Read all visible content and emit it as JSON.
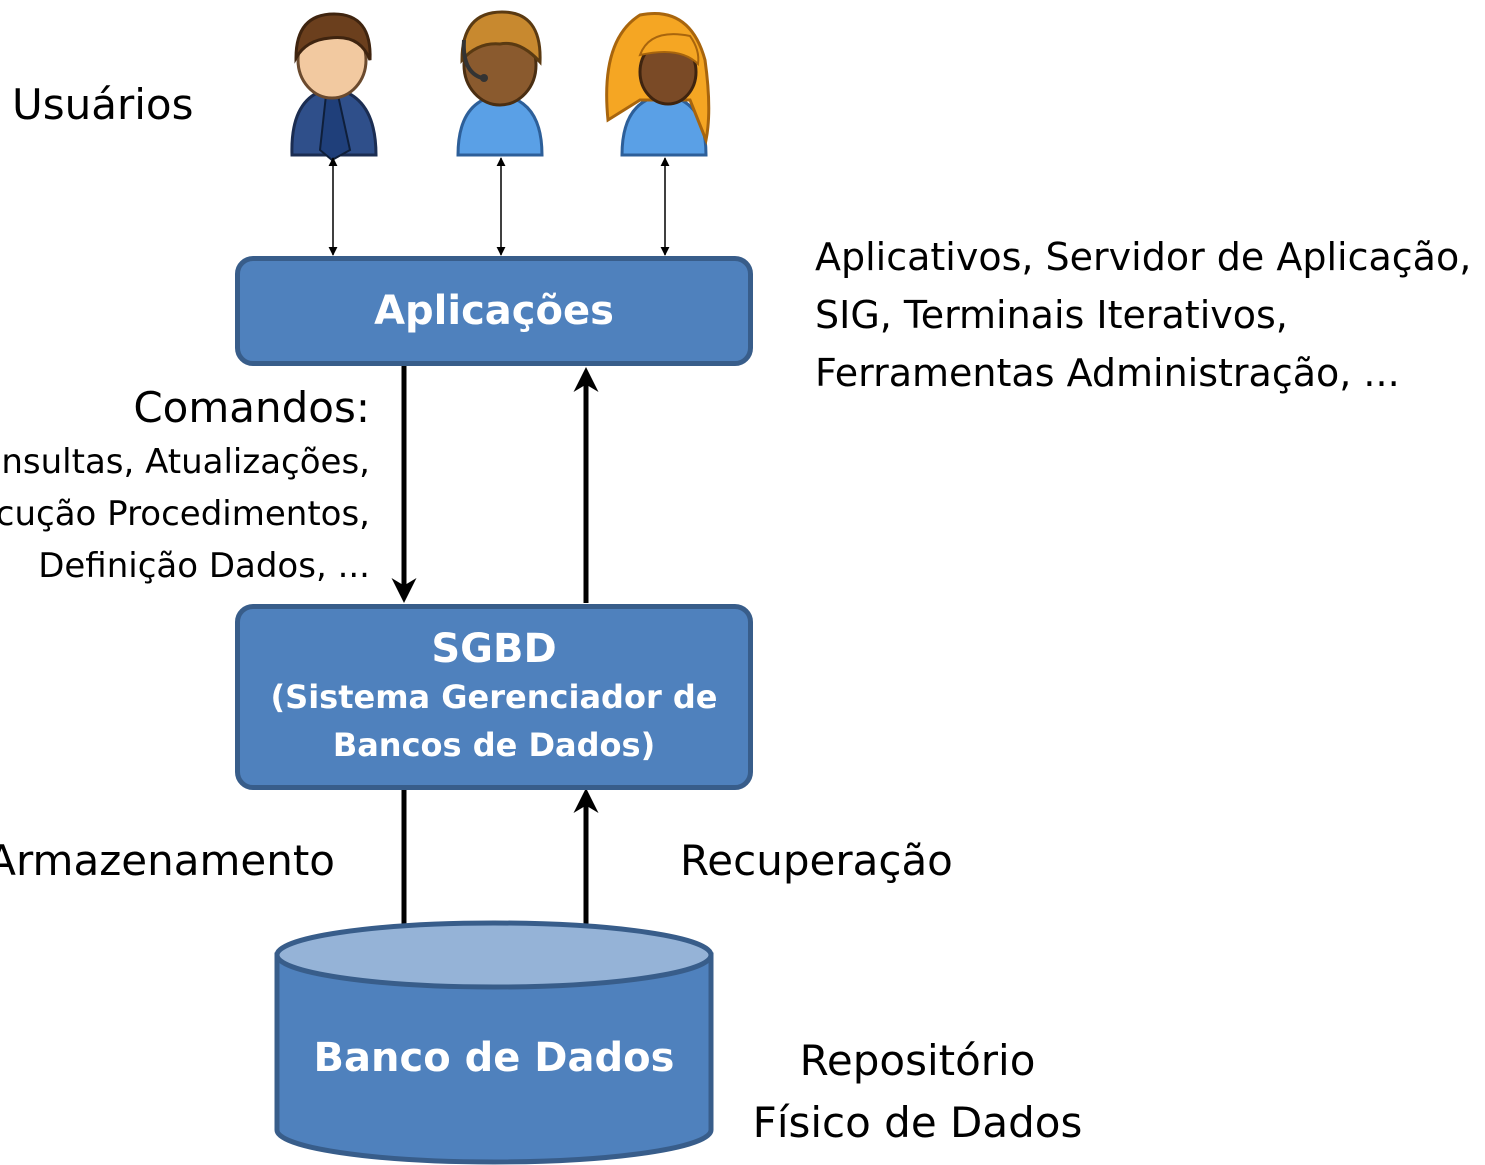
{
  "users": {
    "label": "Usuários",
    "icons": [
      "businessman-user-icon",
      "headset-operator-user-icon",
      "blonde-woman-user-icon"
    ]
  },
  "applications": {
    "box_label": "Aplicações",
    "examples": [
      "Aplicativos, Servidor de Aplicação,",
      "SIG, Terminais Iterativos,",
      "Ferramentas Administração, ..."
    ]
  },
  "commands": {
    "title": "Comandos:",
    "items": [
      "Consultas, Atualizações,",
      "Execução Procedimentos,",
      "Definição Dados, ..."
    ]
  },
  "sgbd": {
    "title": "SGBD",
    "subtitle_lines": [
      "(Sistema Gerenciador de",
      "Bancos de Dados)"
    ]
  },
  "storage": {
    "store_label": "Armazenamento",
    "retrieve_label": "Recuperação"
  },
  "database": {
    "label": "Banco de Dados",
    "description_lines": [
      "Repositório",
      "Físico de Dados"
    ]
  },
  "colors": {
    "box_fill": "#4f81bd",
    "box_border": "#385d8a",
    "cylinder_top": "#95b3d7",
    "text": "#000000",
    "box_text": "#ffffff"
  }
}
